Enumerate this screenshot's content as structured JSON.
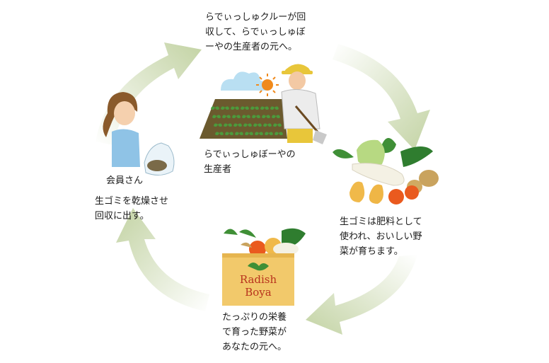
{
  "steps": {
    "crew": {
      "text": "らでぃっしゅクルーが回\n収して、らでぃっしゅぼ\nーやの生産者の元へ。"
    },
    "producer": {
      "label": "らでぃっしゅぼーやの\n生産者"
    },
    "member": {
      "label": "会員さん",
      "text": "生ゴミを乾燥させ\n回収に出す。"
    },
    "compost": {
      "text": "生ゴミは肥料として\n使われ、おいしい野\n菜が育ちます。"
    },
    "delivery": {
      "text": "たっぷりの栄養\nで育った野菜が\nあなたの元へ。"
    }
  },
  "box": {
    "logo_line1": "Radish",
    "logo_line2": "Boya"
  },
  "colors": {
    "arrow": "#c9d6ae",
    "field": "#6b5a2e",
    "leaf": "#4c9a3c",
    "box": "#f2c96b",
    "sky": "#b9dff2",
    "sun": "#f08a1c"
  }
}
